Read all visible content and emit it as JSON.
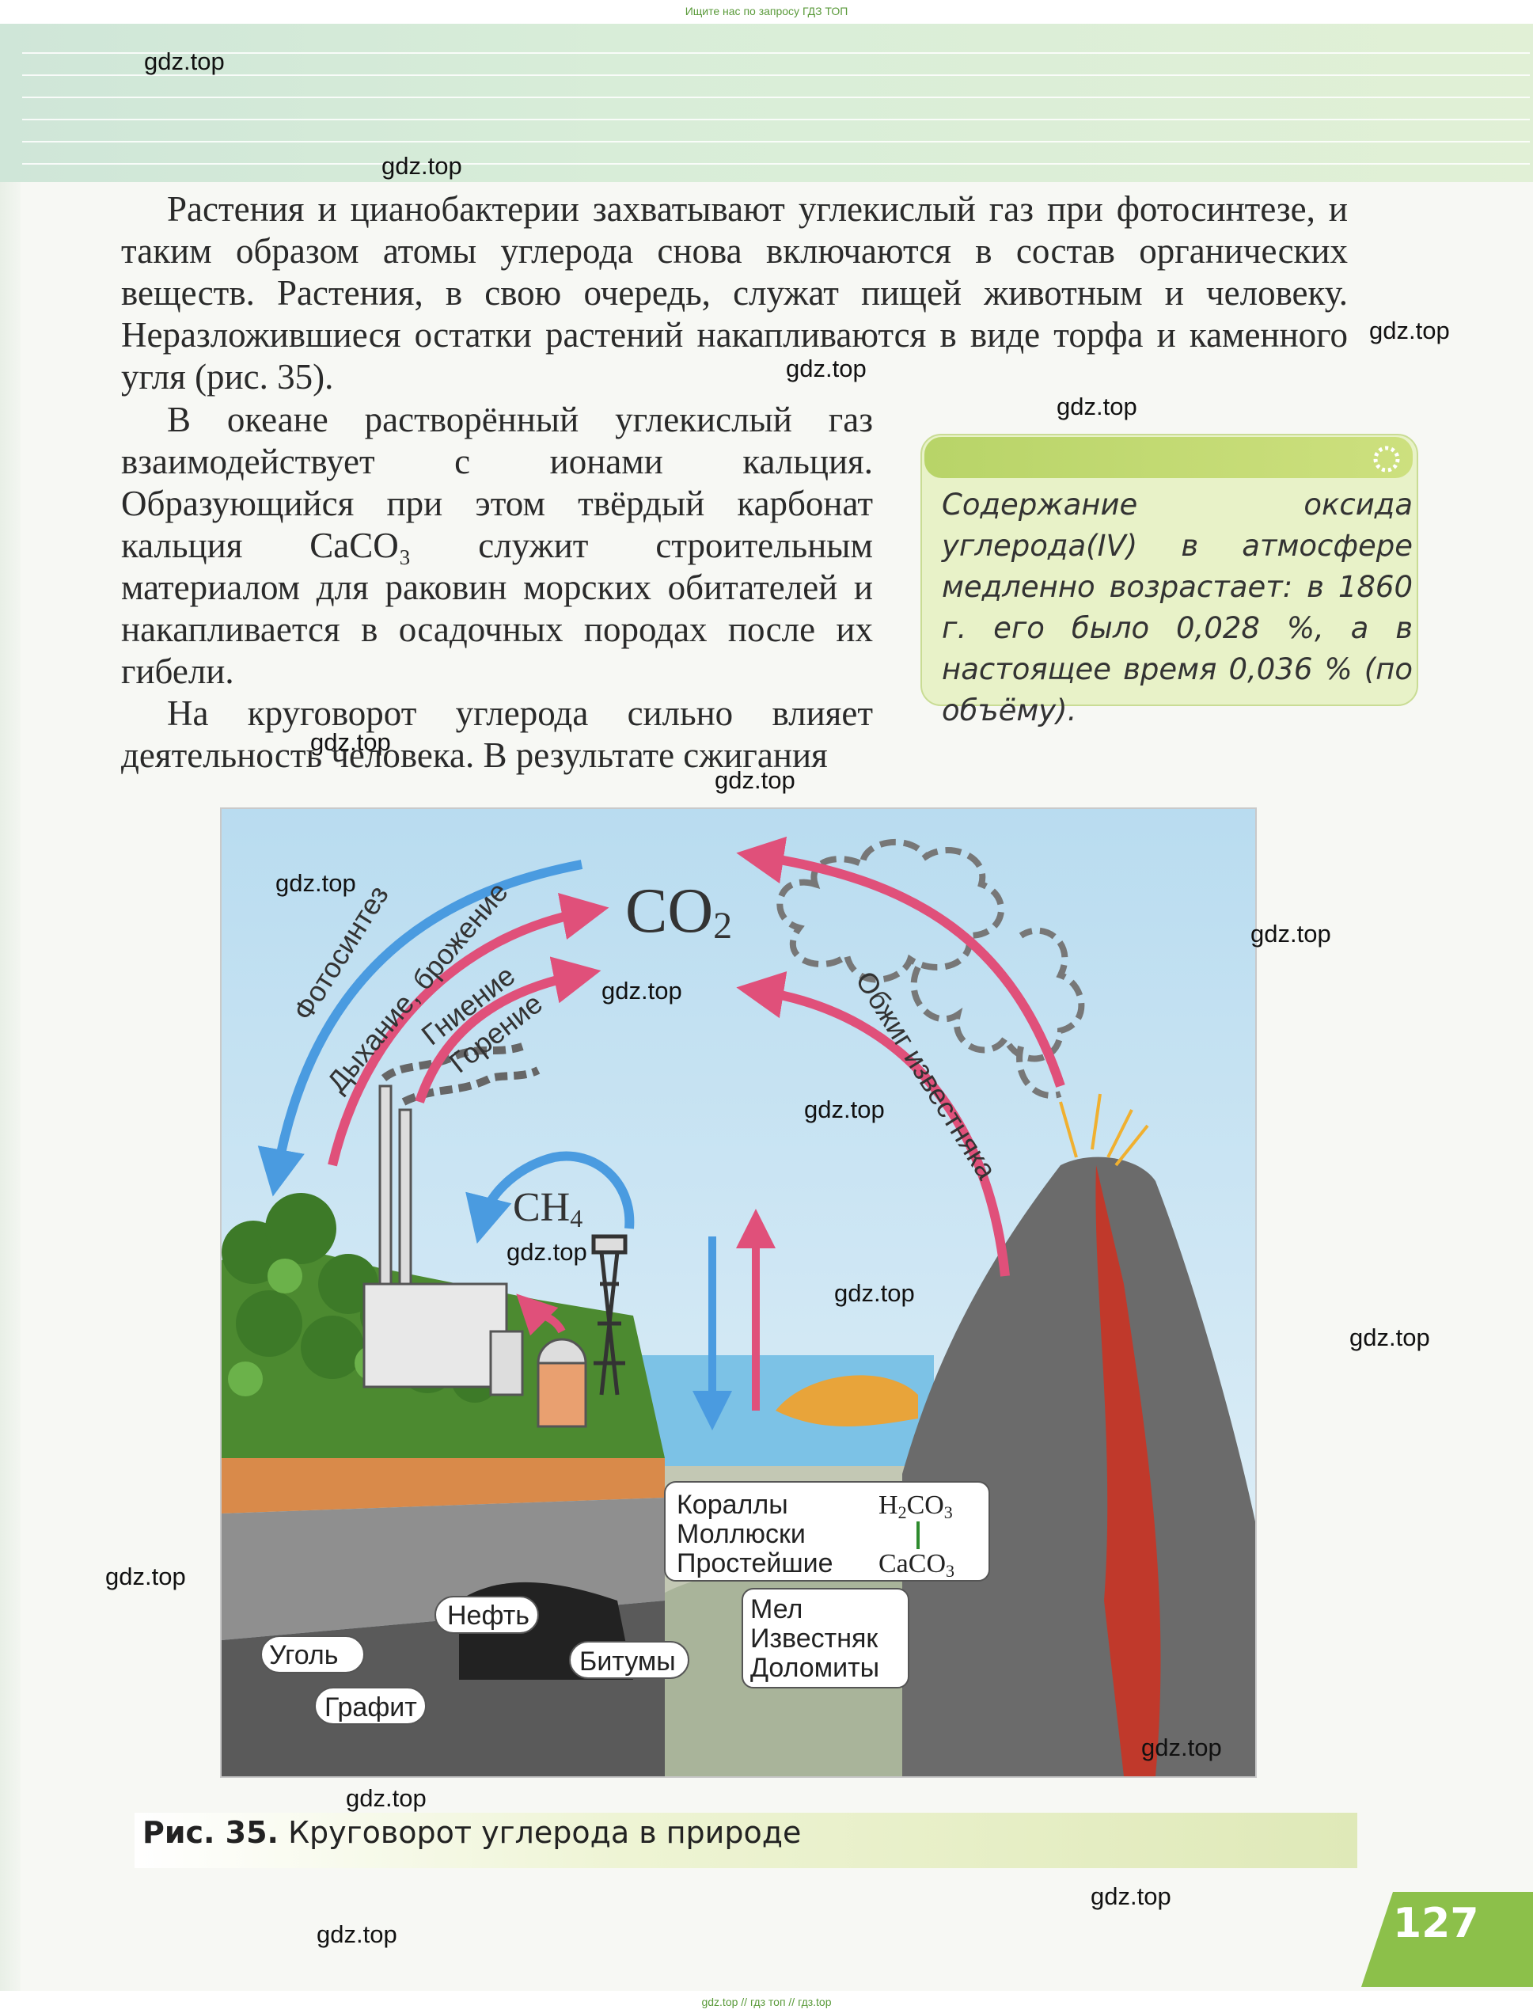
{
  "banners": {
    "top": "Ищите нас по запросу ГДЗ ТОП",
    "bottom": "gdz.top // гдз топ // гдз.top"
  },
  "watermark": "gdz.top",
  "body": {
    "paragraphs": [
      "Растения и цианобактерии захватывают углекислый газ при фотосинтезе, и таким образом атомы углерода снова включаются в состав органических веществ. Растения, в свою очередь, служат пищей животным и человеку. Неразложившиеся остатки растений накапливаются в виде торфа и каменного угля (рис. 35).",
      "В океане растворённый углекислый газ взаимодействует с ионами кальция. Образующийся при этом твёрдый карбонат кальция CaCO₃ служит строительным материалом для раковин морских обитателей и накапливается в осадочных породах после их гибели.",
      "На круговорот углерода сильно влияет деятельность человека. В результате сжигания"
    ]
  },
  "note": {
    "text": "Содержание оксида углерода(IV) в атмосфере медленно возрастает: в 1860 г. его было 0,028 %, а в настоящее время 0,036 % (по объёму)."
  },
  "figure": {
    "labels": {
      "co2": "CO",
      "co2_sub": "2",
      "ch4": "CH",
      "ch4_sub": "4",
      "photosynthesis": "Фотосинтез",
      "respiration": "Дыхание, брожение",
      "rotting": "Гниение",
      "burning": "Горение",
      "limestone": "Обжиг известняка",
      "corals": "Кораллы",
      "mollusks": "Моллюски",
      "protozoa": "Простейшие",
      "h2co3": "H",
      "h2co3_sub": "2",
      "h2co3_rest": "CO",
      "h2co3_sub2": "3",
      "caco3": "CaCO",
      "caco3_sub": "3",
      "chalk": "Мел",
      "limestone2": "Известняк",
      "dolomites": "Доломиты",
      "oil": "Нефть",
      "coal": "Уголь",
      "bitumen": "Битумы",
      "graphite": "Графит"
    },
    "caption_num": "Рис. 35.",
    "caption_text": " Круговорот углерода в природе"
  },
  "page_number": "127",
  "colors": {
    "header_green": "#d4ead8",
    "note_bg": "#e8f2c8",
    "note_head": "#b8d468",
    "arrow_blue": "#4a9be0",
    "arrow_pink": "#e0507a",
    "sky": "#c8e2f2",
    "page_badge": "#8cc04a"
  }
}
